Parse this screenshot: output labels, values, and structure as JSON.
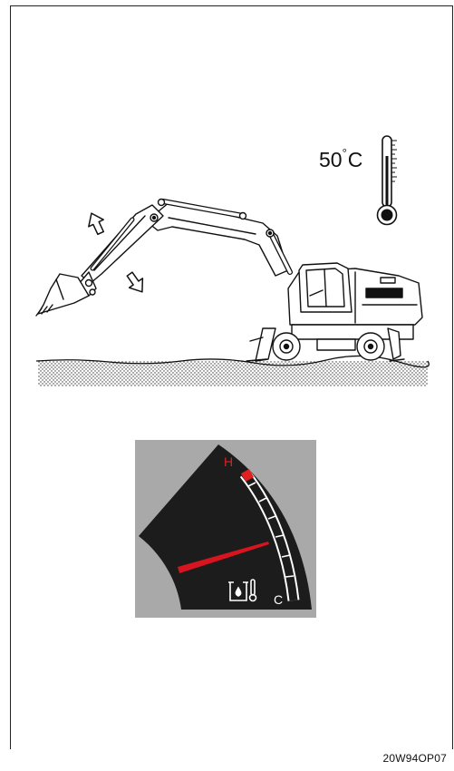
{
  "figure": {
    "code": "20W94OP07"
  },
  "thermometer": {
    "value": "50",
    "degree_symbol": "°",
    "unit": "C"
  },
  "gauge": {
    "hot_label": "H",
    "cold_label": "C",
    "icon": "coolant-temperature-icon",
    "needle_color": "#d8141e",
    "hot_zone_color": "#e02020",
    "panel_color": "#a9a9a9",
    "face_color": "#1c1c1c"
  }
}
